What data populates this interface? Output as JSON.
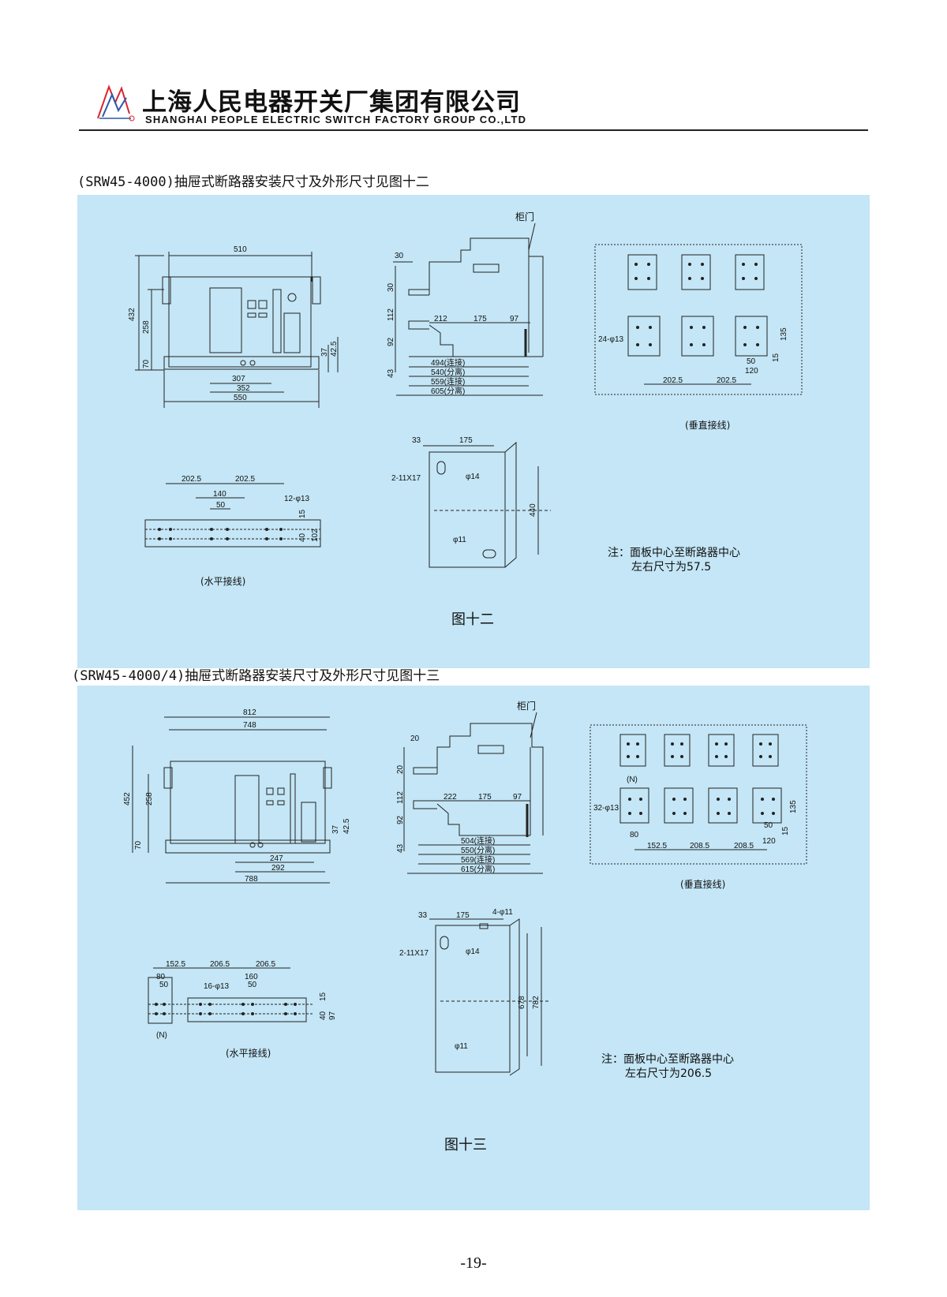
{
  "header": {
    "company_cn": "上海人民电器开关厂集团有限公司",
    "company_en": "SHANGHAI PEOPLE ELECTRIC SWITCH FACTORY GROUP CO.,LTD",
    "colors": {
      "accent_red": "#d7262e",
      "accent_blue": "#2b59a8"
    }
  },
  "sec1": {
    "title": "(SRW45-4000)抽屉式断路器安装尺寸及外形尺寸见图十二",
    "figure": "图十二",
    "door": "柜门",
    "front": {
      "w510": "510",
      "h432": "432",
      "h258": "258",
      "h70": "70",
      "h37": "37",
      "h42": "42.5",
      "w307": "307",
      "w352": "352",
      "w550": "550"
    },
    "side": {
      "d30a": "30",
      "d30b": "30",
      "d112": "112",
      "d92": "92",
      "d43": "43",
      "d212": "212",
      "d175": "175",
      "d97": "97",
      "l494": "494(连接)",
      "l540": "540(分离)",
      "l559": "559(连接)",
      "l605": "605(分离)"
    },
    "vertical": {
      "holes": "24-φ13",
      "d1": "202.5",
      "d2": "202.5",
      "d50": "50",
      "d135": "135",
      "d120": "120",
      "d15": "15",
      "label": "(垂直接线)"
    },
    "horizontal": {
      "d1": "202.5",
      "d2": "202.5",
      "d140": "140",
      "d50": "50",
      "holes": "12-φ13",
      "d15": "15",
      "d40": "40",
      "d102": "102",
      "label": "(水平接线)"
    },
    "mount": {
      "d33": "33",
      "d175": "175",
      "slot": "2-11X17",
      "p14": "φ14",
      "p11": "φ11",
      "d440": "440"
    },
    "note_l1": "注：面板中心至断路器中心",
    "note_l2": "左右尺寸为57.5"
  },
  "sec2": {
    "title": "(SRW45-4000/4)抽屉式断路器安装尺寸及外形尺寸见图十三",
    "figure": "图十三",
    "door": "柜门",
    "front": {
      "w812": "812",
      "w748": "748",
      "h452": "452",
      "h258": "258",
      "h70": "70",
      "h37": "37",
      "h42": "42.5",
      "w247": "247",
      "w292": "292",
      "w788": "788"
    },
    "side": {
      "d20a": "20",
      "d20b": "20",
      "d112": "112",
      "d92": "92",
      "d43": "43",
      "d222": "222",
      "d175": "175",
      "d97": "97",
      "l504": "504(连接)",
      "l550": "550(分离)",
      "l569": "569(连接)",
      "l615": "615(分离)"
    },
    "vertical": {
      "holes": "32-φ13",
      "n": "(N)",
      "d80": "80",
      "d1": "152.5",
      "d2": "208.5",
      "d3": "208.5",
      "d50": "50",
      "d135": "135",
      "d120": "120",
      "d15": "15",
      "label": "(垂直接线)"
    },
    "horizontal": {
      "d1": "152.5",
      "d2": "206.5",
      "d3": "206.5",
      "d80": "80",
      "d50a": "50",
      "d160": "160",
      "d50b": "50",
      "holes": "16-φ13",
      "d15": "15",
      "d40": "40",
      "d97": "97",
      "n": "(N)",
      "label": "(水平接线)"
    },
    "mount": {
      "d33": "33",
      "d175": "175",
      "holes4": "4-φ11",
      "slot": "2-11X17",
      "p14": "φ14",
      "p11": "φ11",
      "d678": "678",
      "d782": "782"
    },
    "note_l1": "注：面板中心至断路器中心",
    "note_l2": "左右尺寸为206.5"
  },
  "page_number": "-19-"
}
